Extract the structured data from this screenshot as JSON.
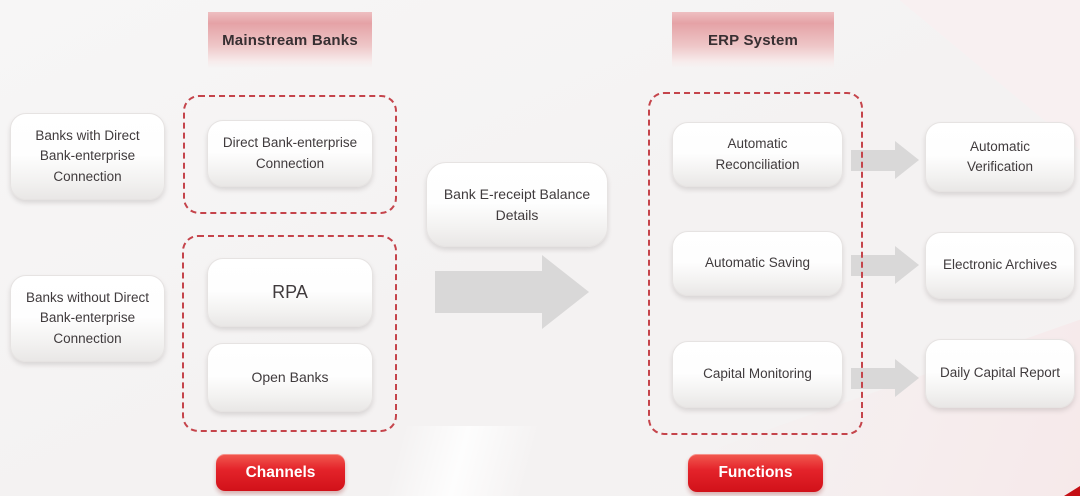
{
  "headers": {
    "mainstream_banks": "Mainstream Banks",
    "erp_system": "ERP System"
  },
  "banks": {
    "with_direct": "Banks with Direct Bank-enterprise Connection",
    "without_direct": "Banks without Direct Bank-enterprise Connection"
  },
  "channels": {
    "direct_connection": "Direct Bank-enterprise Connection",
    "rpa": "RPA",
    "open_banks": "Open Banks",
    "badge": "Channels"
  },
  "center": {
    "label": "Bank E-receipt Balance Details"
  },
  "erp_functions": {
    "items": [
      "Automatic Reconciliation",
      "Automatic Saving",
      "Capital Monitoring"
    ],
    "badge": "Functions"
  },
  "outputs": [
    "Automatic Verification",
    "Electronic Archives",
    "Daily Capital Report"
  ],
  "icons": {
    "main_flow_arrow": "right-arrow",
    "function_arrows": "right-arrow"
  },
  "colors": {
    "accent_red": "#d8161c",
    "dashed_border_red": "#c5444b",
    "header_pink": "#e5a2a6",
    "arrow_gray": "#d9d8d8",
    "box_text": "#403b3d",
    "corner_red": "#c50f15"
  }
}
